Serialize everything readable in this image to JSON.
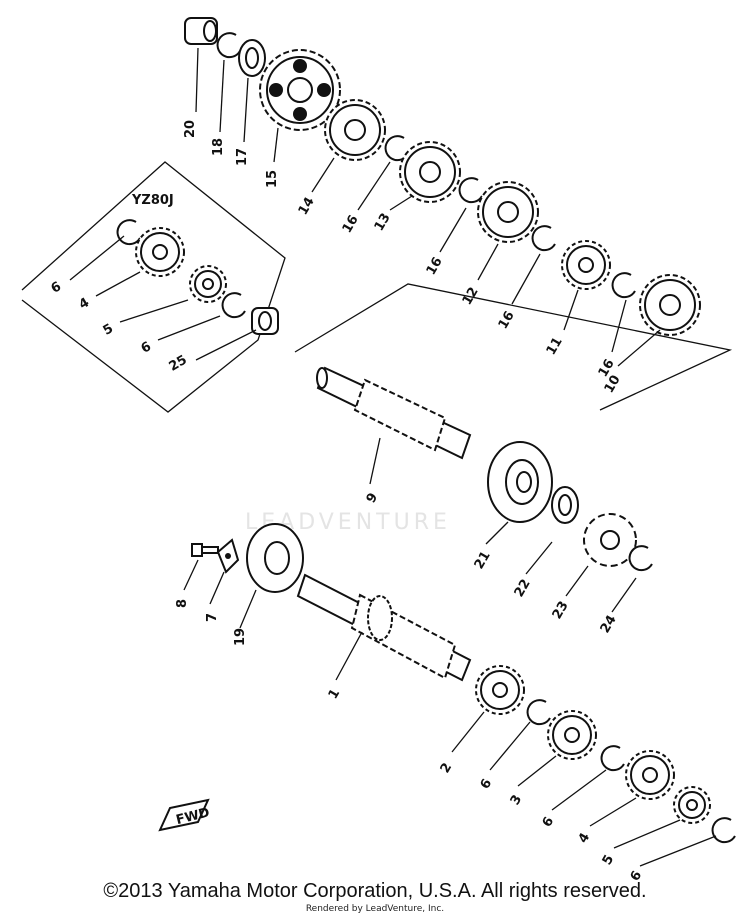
{
  "diagram": {
    "box_label": "YZ80J",
    "fwd_mark": "FWD",
    "watermark": "LEADVENTURE",
    "labels": [
      {
        "id": "20",
        "text": "20"
      },
      {
        "id": "18",
        "text": "18"
      },
      {
        "id": "17",
        "text": "17"
      },
      {
        "id": "15",
        "text": "15"
      },
      {
        "id": "14",
        "text": "14"
      },
      {
        "id": "16a",
        "text": "16"
      },
      {
        "id": "13",
        "text": "13"
      },
      {
        "id": "16b",
        "text": "16"
      },
      {
        "id": "12",
        "text": "12"
      },
      {
        "id": "16c",
        "text": "16"
      },
      {
        "id": "11",
        "text": "11"
      },
      {
        "id": "16d",
        "text": "16"
      },
      {
        "id": "10",
        "text": "10"
      },
      {
        "id": "6a",
        "text": "6"
      },
      {
        "id": "4a",
        "text": "4"
      },
      {
        "id": "5a",
        "text": "5"
      },
      {
        "id": "6b",
        "text": "6"
      },
      {
        "id": "25",
        "text": "25"
      },
      {
        "id": "9",
        "text": "9"
      },
      {
        "id": "21",
        "text": "21"
      },
      {
        "id": "22",
        "text": "22"
      },
      {
        "id": "23",
        "text": "23"
      },
      {
        "id": "24",
        "text": "24"
      },
      {
        "id": "8",
        "text": "8"
      },
      {
        "id": "7",
        "text": "7"
      },
      {
        "id": "19",
        "text": "19"
      },
      {
        "id": "1",
        "text": "1"
      },
      {
        "id": "2",
        "text": "2"
      },
      {
        "id": "6c",
        "text": "6"
      },
      {
        "id": "3",
        "text": "3"
      },
      {
        "id": "6d",
        "text": "6"
      },
      {
        "id": "4b",
        "text": "4"
      },
      {
        "id": "5b",
        "text": "5"
      },
      {
        "id": "6e",
        "text": "6"
      }
    ]
  },
  "footer": {
    "copyright": "©2013 Yamaha Motor Corporation, U.S.A. All rights reserved.",
    "rendered_by": "Rendered by LeadVenture, Inc."
  }
}
